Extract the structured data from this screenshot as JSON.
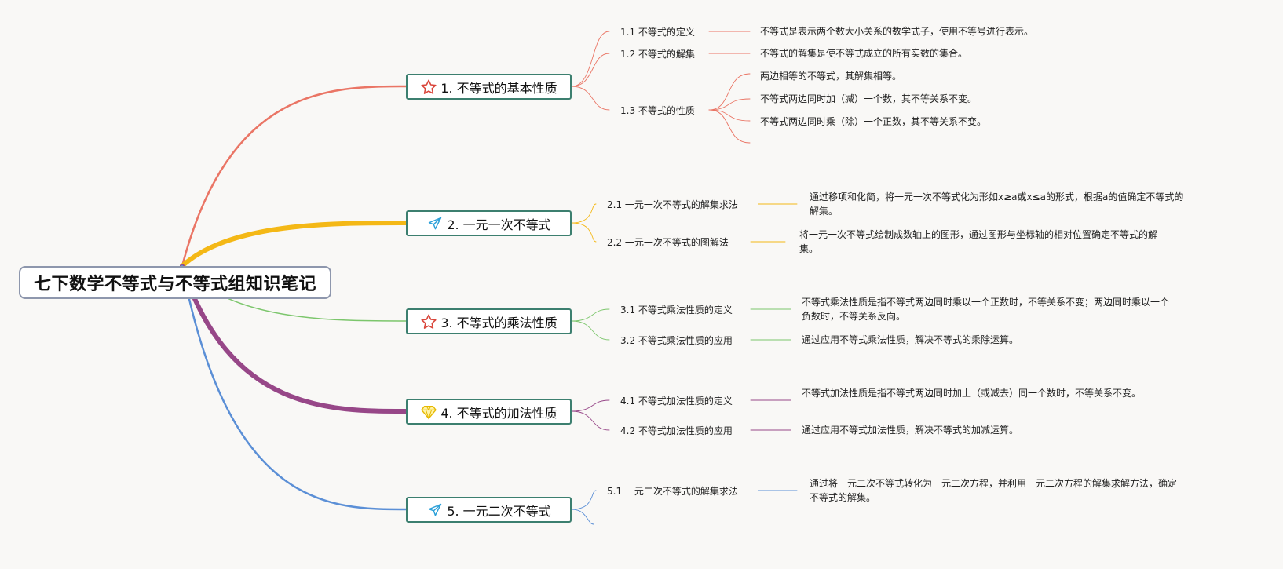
{
  "root": {
    "title": "七下数学不等式与不等式组知识笔记"
  },
  "branches": [
    {
      "label": "1. 不等式的基本性质",
      "icon": "star-icon",
      "color": "#ea7565",
      "subs": [
        {
          "label": "1.1 不等式的定义",
          "leaves": [
            "不等式是表示两个数大小关系的数学式子，使用不等号进行表示。"
          ]
        },
        {
          "label": "1.2 不等式的解集",
          "leaves": [
            "不等式的解集是使不等式成立的所有实数的集合。"
          ]
        },
        {
          "label": "1.3 不等式的性质",
          "leaves": [
            "两边相等的不等式，其解集相等。",
            "不等式两边同时加（减）一个数，其不等关系不变。",
            "不等式两边同时乘（除）一个正数，其不等关系不变。"
          ]
        }
      ]
    },
    {
      "label": "2. 一元一次不等式",
      "icon": "paper-plane-icon",
      "color": "#f4b816",
      "subs": [
        {
          "label": "2.1 一元一次不等式的解集求法",
          "leaves": [
            "通过移项和化简，将一元一次不等式化为形如x≥a或x≤a的形式，根据a的值确定不等式的解集。"
          ]
        },
        {
          "label": "2.2 一元一次不等式的图解法",
          "leaves": [
            "将一元一次不等式绘制成数轴上的图形，通过图形与坐标轴的相对位置确定不等式的解集。"
          ]
        }
      ]
    },
    {
      "label": "3. 不等式的乘法性质",
      "icon": "star-icon",
      "color": "#7cc66c",
      "subs": [
        {
          "label": "3.1 不等式乘法性质的定义",
          "leaves": [
            "不等式乘法性质是指不等式两边同时乘以一个正数时，不等关系不变；两边同时乘以一个负数时，不等关系反向。"
          ]
        },
        {
          "label": "3.2 不等式乘法性质的应用",
          "leaves": [
            "通过应用不等式乘法性质，解决不等式的乘除运算。"
          ]
        }
      ]
    },
    {
      "label": "4. 不等式的加法性质",
      "icon": "diamond-icon",
      "color": "#974788",
      "subs": [
        {
          "label": "4.1 不等式加法性质的定义",
          "leaves": [
            "不等式加法性质是指不等式两边同时加上（或减去）同一个数时，不等关系不变。"
          ]
        },
        {
          "label": "4.2 不等式加法性质的应用",
          "leaves": [
            "通过应用不等式加法性质，解决不等式的加减运算。"
          ]
        }
      ]
    },
    {
      "label": "5. 一元二次不等式",
      "icon": "paper-plane-icon",
      "color": "#5b8fd6",
      "subs": [
        {
          "label": "5.1 一元二次不等式的解集求法",
          "leaves": [
            "通过将一元二次不等式转化为一元二次方程，并利用一元二次方程的解集求解方法，确定不等式的解集。"
          ]
        }
      ]
    }
  ]
}
